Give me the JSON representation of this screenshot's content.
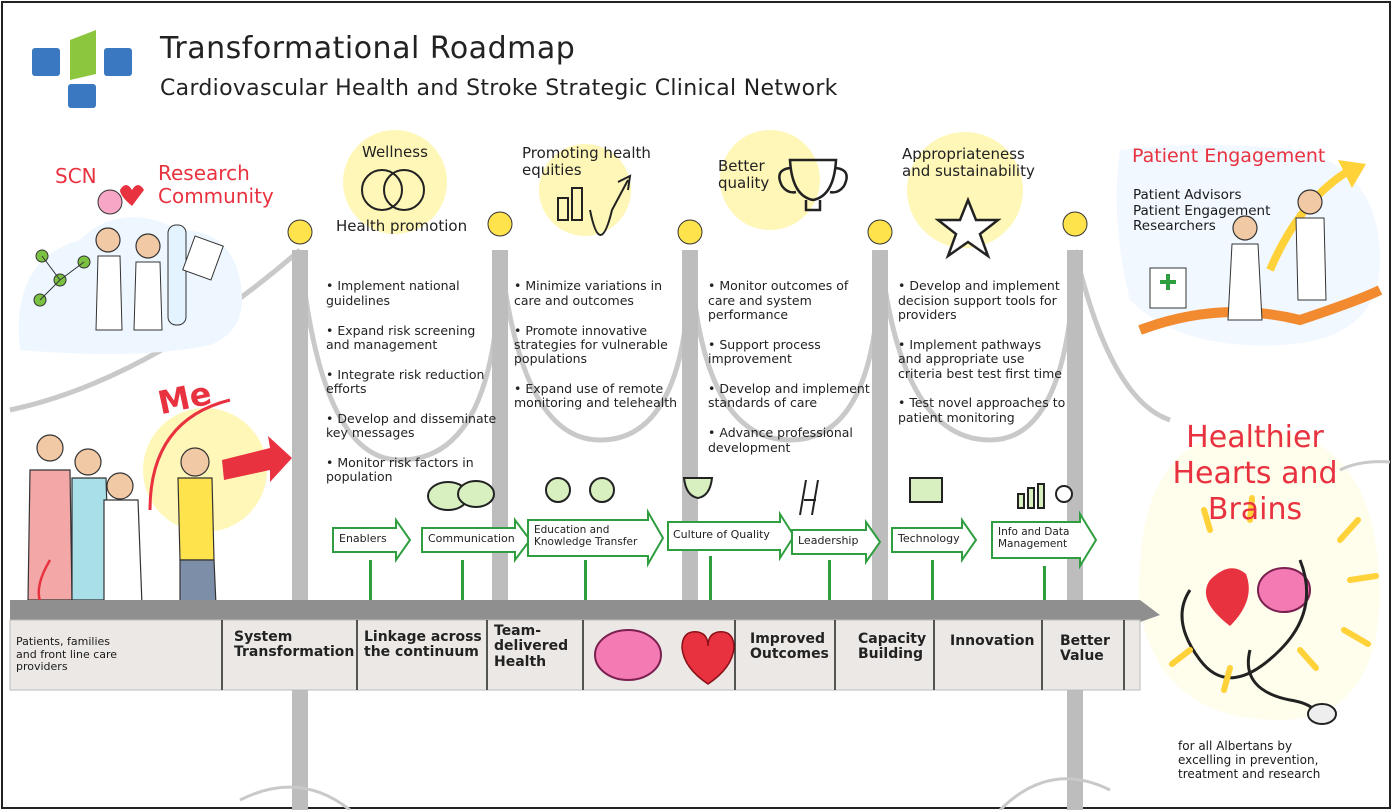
{
  "header": {
    "title": "Transformational Roadmap",
    "subtitle": "Cardiovascular Health and Stroke Strategic Clinical Network"
  },
  "left": {
    "scn": "SCN",
    "research": "Research\nCommunity",
    "me": "Me",
    "patients": "Patients, families\nand front line care\nproviders"
  },
  "pillars": [
    {
      "heading": "Wellness",
      "subheading": "Health promotion",
      "bullets": [
        "Implement national guidelines",
        "Expand risk screening and management",
        "Integrate risk reduction efforts",
        "Develop and disseminate key messages",
        "Monitor risk factors in population"
      ]
    },
    {
      "heading": "Promoting health\nequities",
      "bullets": [
        "Minimize variations in care and outcomes",
        "Promote innovative strategies for vulnerable populations",
        "Expand use of remote monitoring and telehealth"
      ]
    },
    {
      "heading": "Better\nquality",
      "bullets": [
        "Monitor outcomes of care and system performance",
        "Support process improvement",
        "Develop and implement standards of care",
        "Advance professional development"
      ]
    },
    {
      "heading": "Appropriateness\nand sustainability",
      "bullets": [
        "Develop and implement decision support tools for providers",
        "Implement pathways and appropriate use criteria best test first time",
        "Test novel approaches to patient monitoring"
      ]
    }
  ],
  "right": {
    "engagement_title": "Patient Engagement",
    "engagement_list": "Patient Advisors\nPatient Engagement\nResearchers",
    "healthier": "Healthier\nHearts and\nBrains",
    "footer": "for all Albertans by\nexcelling in prevention,\ntreatment and research"
  },
  "enablers": [
    "Enablers",
    "Communication",
    "Education and\nKnowledge Transfer",
    "Culture of Quality",
    "Leadership",
    "Technology",
    "Info and Data\nManagement"
  ],
  "ribbon": [
    "System\nTransformation",
    "Linkage across\nthe continuum",
    "Team-\ndelivered\nHealth",
    "Improved\nOutcomes",
    "Capacity\nBuilding",
    "Innovation",
    "Better\nValue"
  ],
  "colors": {
    "red": "#e8323f",
    "green": "#2e9e3f",
    "grey": "#bdbdbd",
    "yellow": "#fff3a8",
    "blue": "#3b78c2",
    "lime": "#8cc63f"
  }
}
